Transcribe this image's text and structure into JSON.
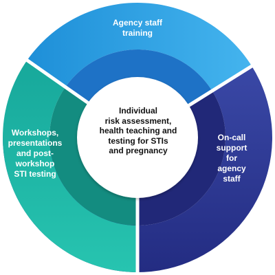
{
  "diagram": {
    "center_text": "Individual\nrisk assessment,\nhealth teaching and\ntesting for STIs\nand pregnancy",
    "segments": [
      {
        "id": "top",
        "label": "Agency staff\ntraining",
        "color": "#2FA6E6",
        "inner_color": "#1E72C6"
      },
      {
        "id": "right",
        "label": "On-call\nsupport\nfor\nagency\nstaff",
        "color": "#2D3A94",
        "inner_color": "#212878"
      },
      {
        "id": "left",
        "label": "Workshops,\npresentations\nand post-\nworkshop\nSTI testing",
        "color": "#1FB6A6",
        "inner_color": "#138C80"
      }
    ]
  }
}
